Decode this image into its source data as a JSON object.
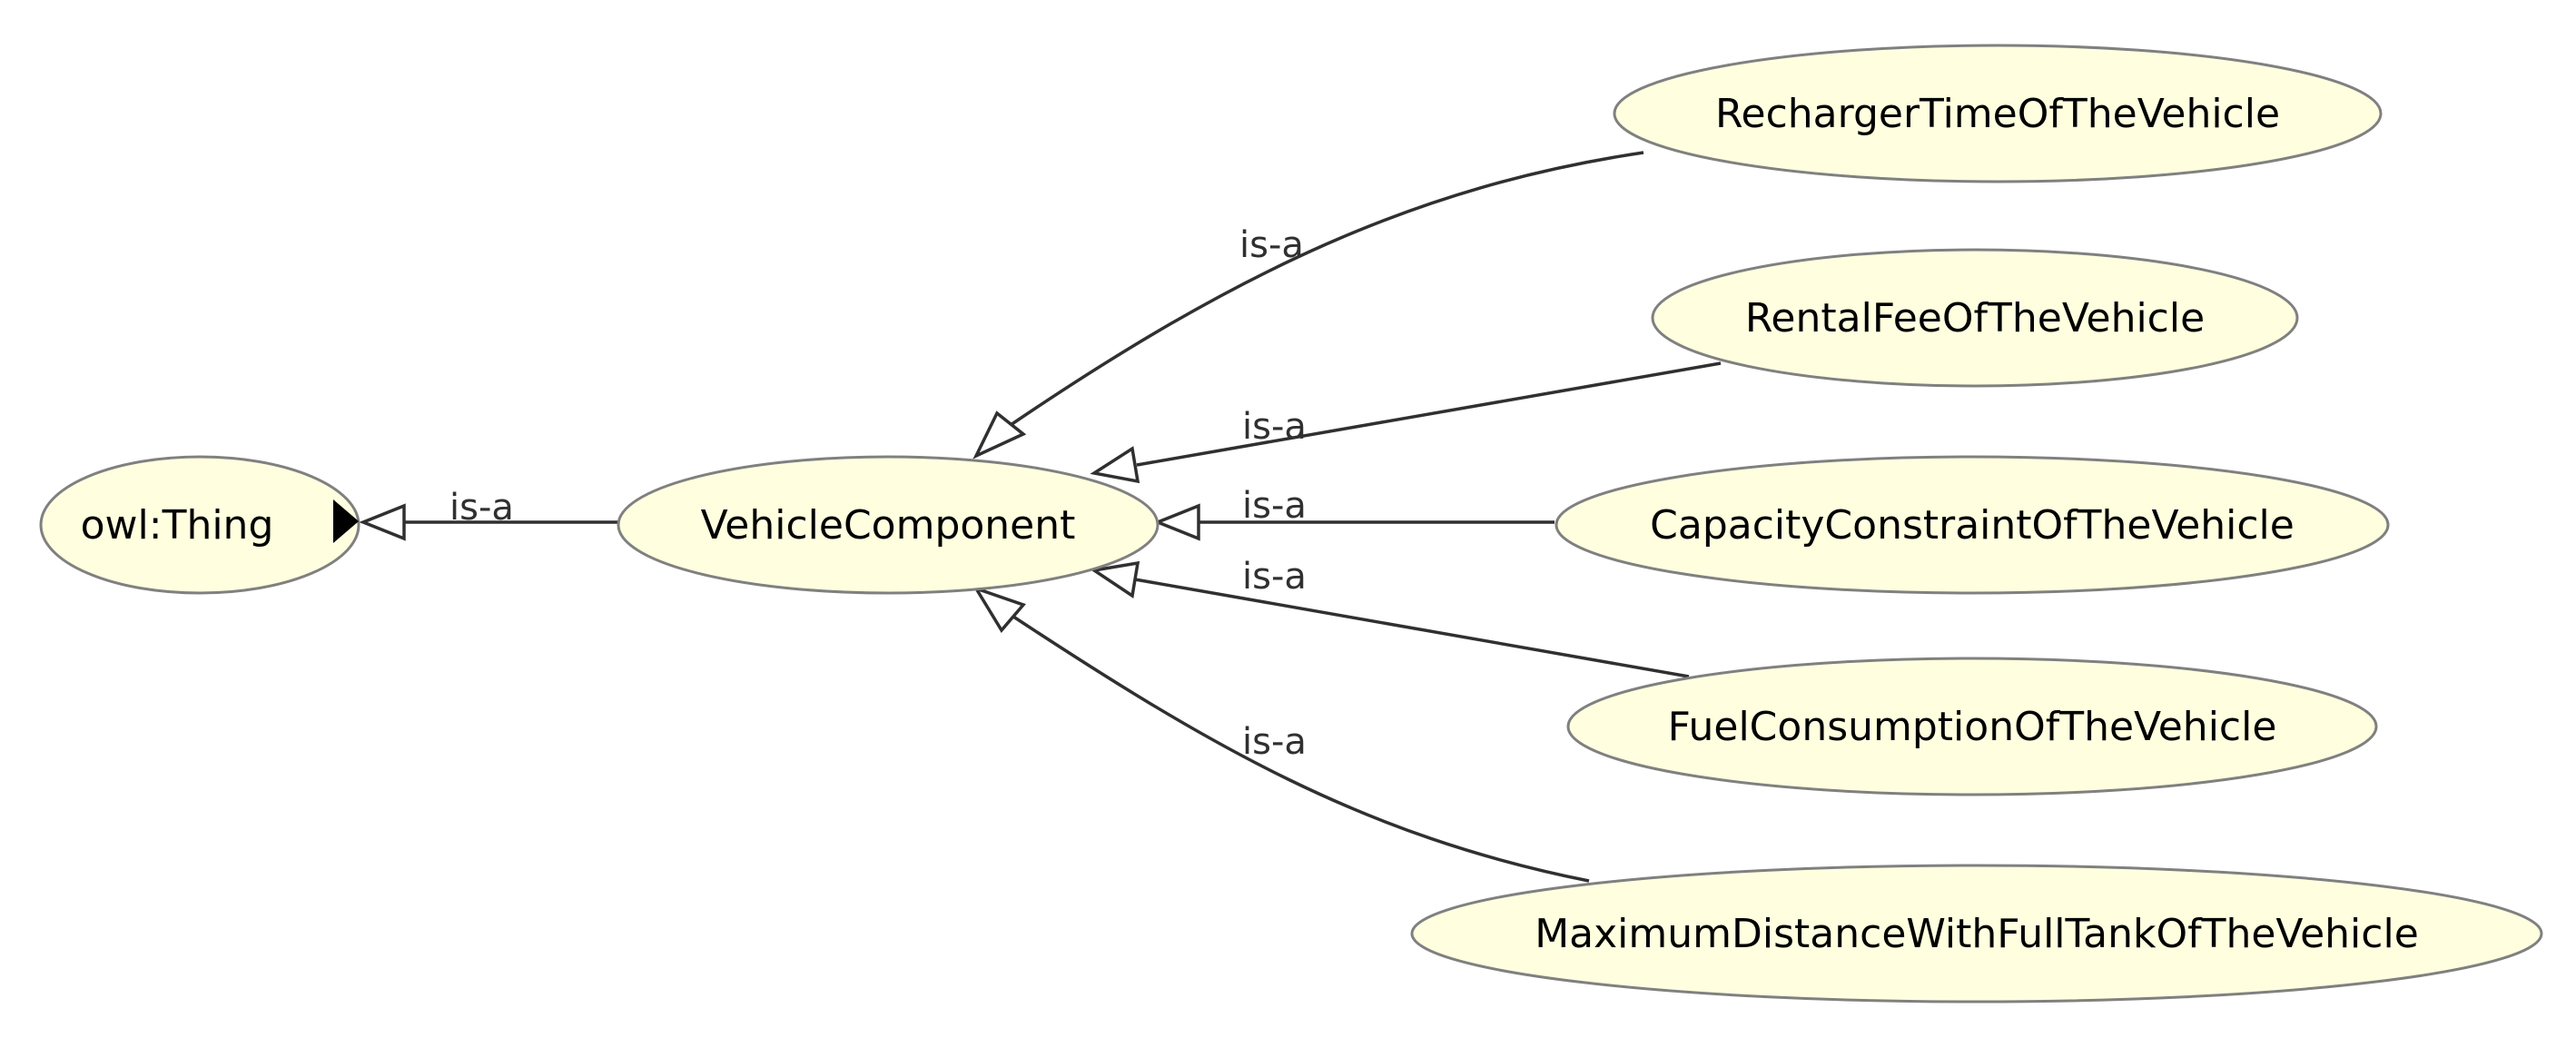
{
  "nodes": {
    "owl_thing": "owl:Thing",
    "vehicle_component": "VehicleComponent",
    "recharger_time": "RechargerTimeOfTheVehicle",
    "rental_fee": "RentalFeeOfTheVehicle",
    "capacity_constraint": "CapacityConstraintOfTheVehicle",
    "fuel_consumption": "FuelConsumptionOfTheVehicle",
    "maximum_distance": "MaximumDistanceWithFullTankOfTheVehicle"
  },
  "edges": [
    {
      "from": "vehicle_component",
      "to": "owl_thing",
      "label": "is-a"
    },
    {
      "from": "recharger_time",
      "to": "vehicle_component",
      "label": "is-a"
    },
    {
      "from": "rental_fee",
      "to": "vehicle_component",
      "label": "is-a"
    },
    {
      "from": "capacity_constraint",
      "to": "vehicle_component",
      "label": "is-a"
    },
    {
      "from": "fuel_consumption",
      "to": "vehicle_component",
      "label": "is-a"
    },
    {
      "from": "maximum_distance",
      "to": "vehicle_component",
      "label": "is-a"
    }
  ],
  "colors": {
    "node_fill": "#ffffe0",
    "node_stroke": "#808080",
    "edge": "#303030"
  }
}
